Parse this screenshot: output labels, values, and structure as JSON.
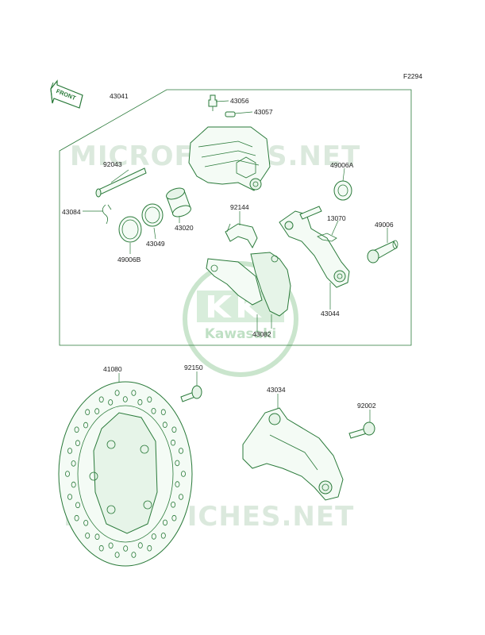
{
  "figure_code": "F2294",
  "front_label": "FRONT",
  "watermark_text": "MICROFICHES.NET",
  "logo_text": "Kawasaki",
  "colors": {
    "line": "#2a7a3a",
    "text": "#1a1a1a",
    "watermark": "#d8e8da"
  },
  "parts": [
    {
      "id": "p43041",
      "number": "43041"
    },
    {
      "id": "p43056",
      "number": "43056"
    },
    {
      "id": "p43057",
      "number": "43057"
    },
    {
      "id": "p92043",
      "number": "92043"
    },
    {
      "id": "p43084",
      "number": "43084"
    },
    {
      "id": "p43020",
      "number": "43020"
    },
    {
      "id": "p43049",
      "number": "43049"
    },
    {
      "id": "p49006B",
      "number": "49006B"
    },
    {
      "id": "p92144",
      "number": "92144"
    },
    {
      "id": "p49006A",
      "number": "49006A"
    },
    {
      "id": "p13070",
      "number": "13070"
    },
    {
      "id": "p49006",
      "number": "49006"
    },
    {
      "id": "p43044",
      "number": "43044"
    },
    {
      "id": "p43082",
      "number": "43082"
    },
    {
      "id": "p41080",
      "number": "41080"
    },
    {
      "id": "p92150",
      "number": "92150"
    },
    {
      "id": "p43034",
      "number": "43034"
    },
    {
      "id": "p92002",
      "number": "92002"
    }
  ]
}
